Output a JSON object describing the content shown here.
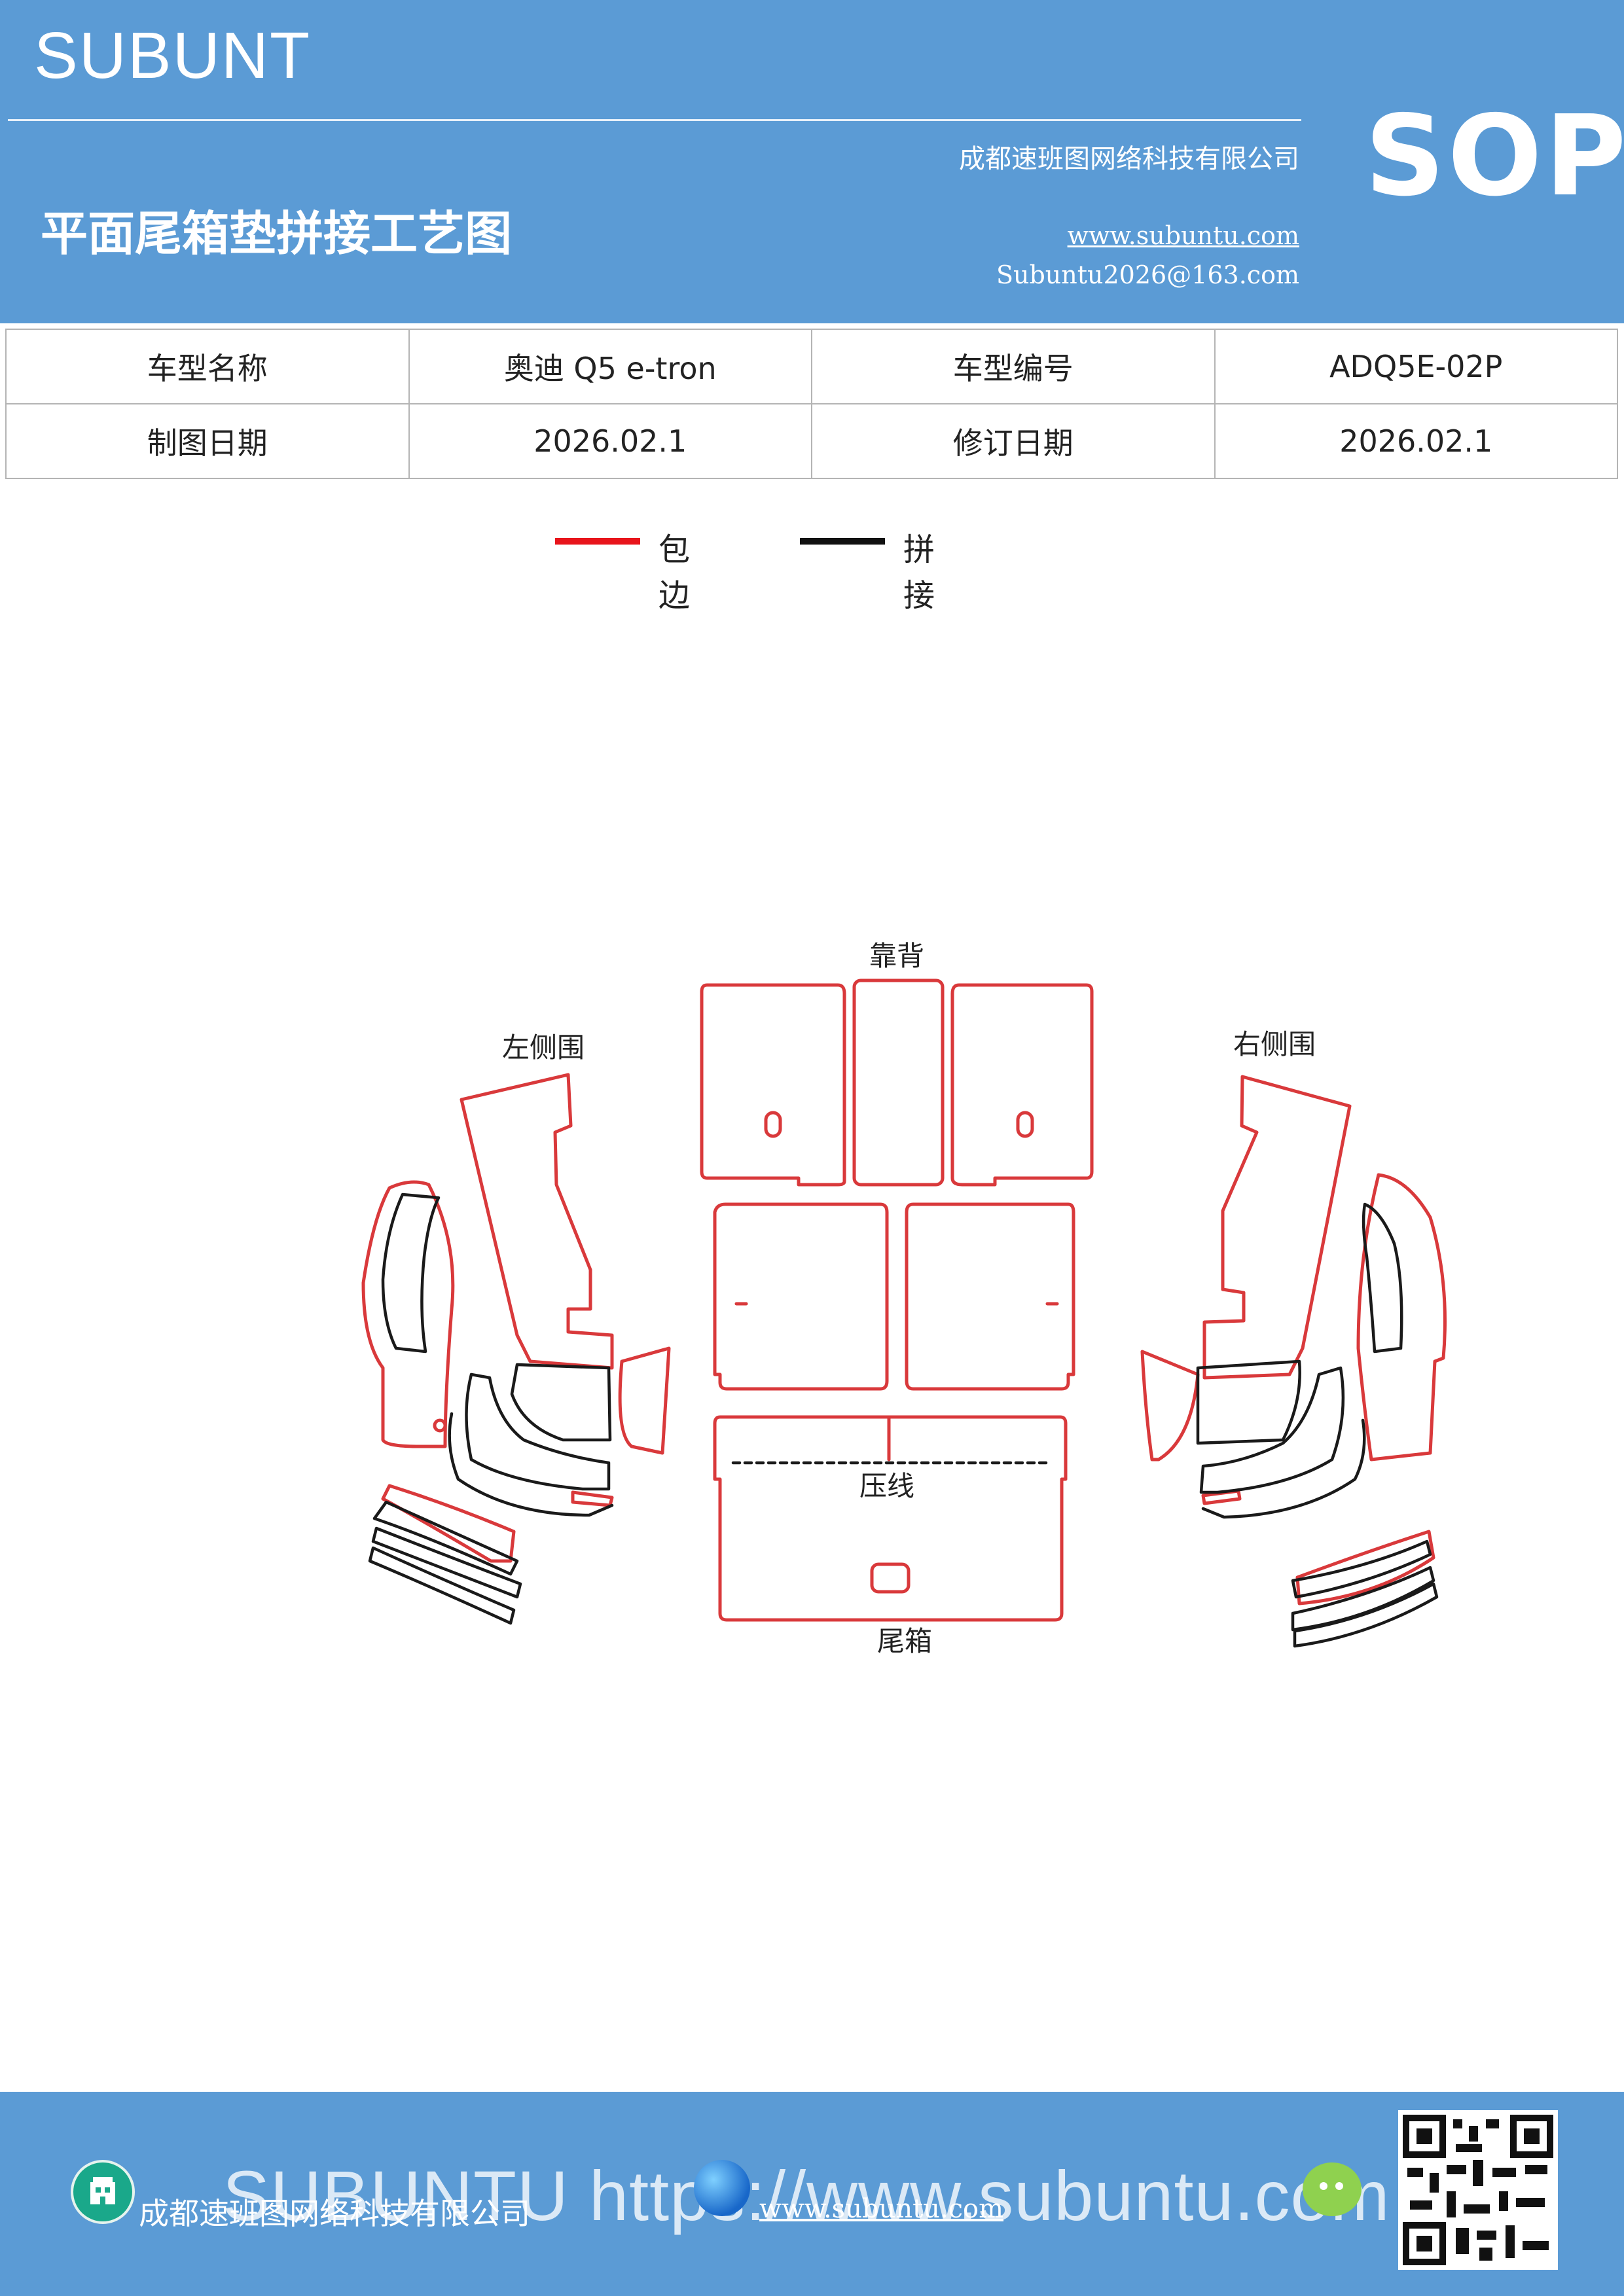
{
  "header": {
    "brand": "SUBUNT",
    "company": "成都速班图网络科技有限公司",
    "badge": "SOP",
    "title": "平面尾箱垫拼接工艺图",
    "website": "www.subuntu.com",
    "email": "Subuntu2026@163.com"
  },
  "info": {
    "row1": [
      "车型名称",
      "奥迪 Q5  e-tron",
      "车型编号",
      "ADQ5E-02P"
    ],
    "row2": [
      "制图日期",
      "2026.02.1",
      "修订日期",
      "2026.02.1"
    ]
  },
  "legend": {
    "edge_label": "包边",
    "edge_color": "#e8141b",
    "seam_label": "拼接",
    "seam_color": "#111111"
  },
  "diagram": {
    "backrest": "靠背",
    "left_side": "左侧围",
    "right_side": "右侧围",
    "crease": "压线",
    "trunk": "尾箱"
  },
  "footer": {
    "company": "成都速班图网络科技有限公司",
    "watermark": "SUBUNTU https://www.subuntu.com",
    "website": "www.subuntu.com"
  },
  "icons": {
    "footer_left": "building-icon",
    "footer_middle": "globe-icon",
    "footer_right": "wechat-icon",
    "qr": "qr-code-icon"
  }
}
